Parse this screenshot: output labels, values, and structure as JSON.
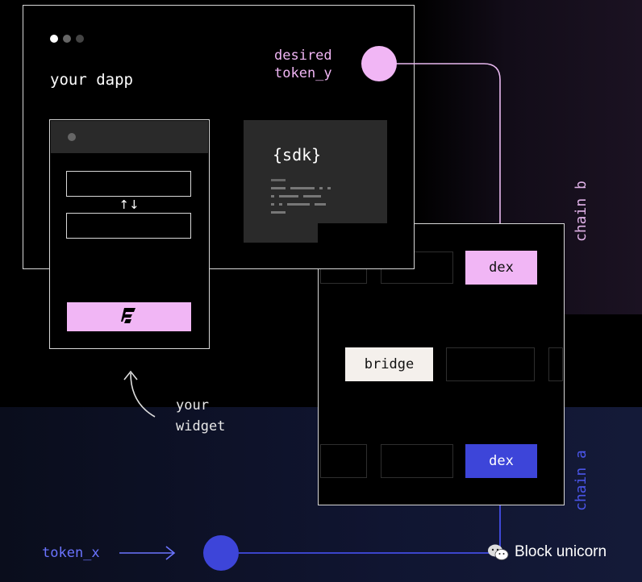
{
  "dapp": {
    "title": "your dapp"
  },
  "sdk": {
    "title": "{sdk}"
  },
  "desired": {
    "line1": "desired",
    "line2": "token_y"
  },
  "widget": {
    "caption_line1": "your",
    "caption_line2": "widget",
    "swap_glyph": "↑↓"
  },
  "chains": {
    "b": "chain b",
    "a": "chain a"
  },
  "nodes": {
    "dex_top": "dex",
    "bridge": "bridge",
    "dex_bottom": "dex"
  },
  "token_x": {
    "label": "token_x"
  },
  "watermark": {
    "text": "Block unicorn"
  },
  "colors": {
    "pink": "#f1b6f5",
    "blue": "#3d45d9",
    "chain_a_bg": "#121733",
    "chain_b_bg": "#181320",
    "line_pink": "#e8b8ef",
    "line_blue": "#4a55ff"
  },
  "icons": {
    "window_dots": "three-dots-icon",
    "swap": "swap-arrows-icon",
    "logo": "widget-logo-icon",
    "arrow": "curved-arrow-icon",
    "wechat": "wechat-icon"
  }
}
